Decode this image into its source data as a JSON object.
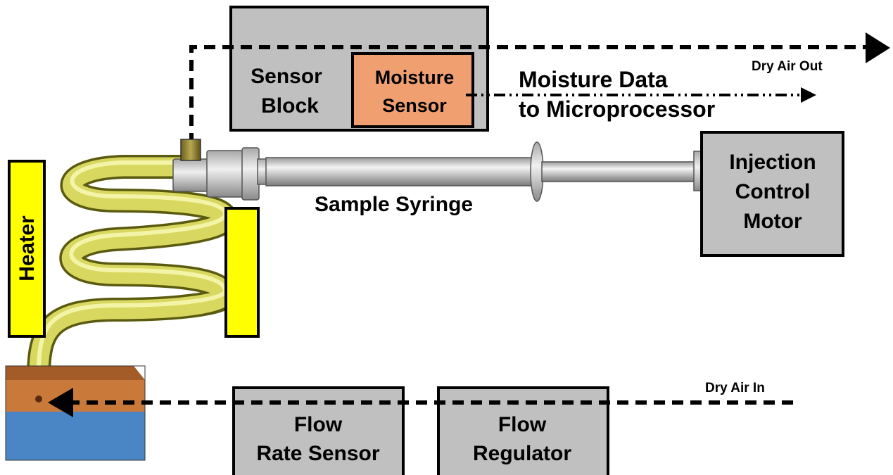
{
  "diagram": {
    "sensor_block": {
      "line1": "Sensor",
      "line2": "Block"
    },
    "moisture_sensor": {
      "line1": "Moisture",
      "line2": "Sensor"
    },
    "moisture_data": {
      "line1": "Moisture Data",
      "line2": "to Microprocessor"
    },
    "dry_air_out": "Dry Air Out",
    "dry_air_in": "Dry Air In",
    "sample_syringe": "Sample Syringe",
    "injection_motor": {
      "line1": "Injection",
      "line2": "Control",
      "line3": "Motor"
    },
    "heater": "Heater",
    "flow_rate_sensor": {
      "line1": "Flow",
      "line2": "Rate Sensor"
    },
    "flow_regulator": {
      "line1": "Flow",
      "line2": "Regulator"
    },
    "colors": {
      "box_fill": "#c0c0c0",
      "moisture_fill": "#f0a070",
      "heater_fill": "#ffff00",
      "coil": "#d8d860",
      "block_top": "#c97a3a",
      "block_bottom": "#4a86c6"
    }
  }
}
